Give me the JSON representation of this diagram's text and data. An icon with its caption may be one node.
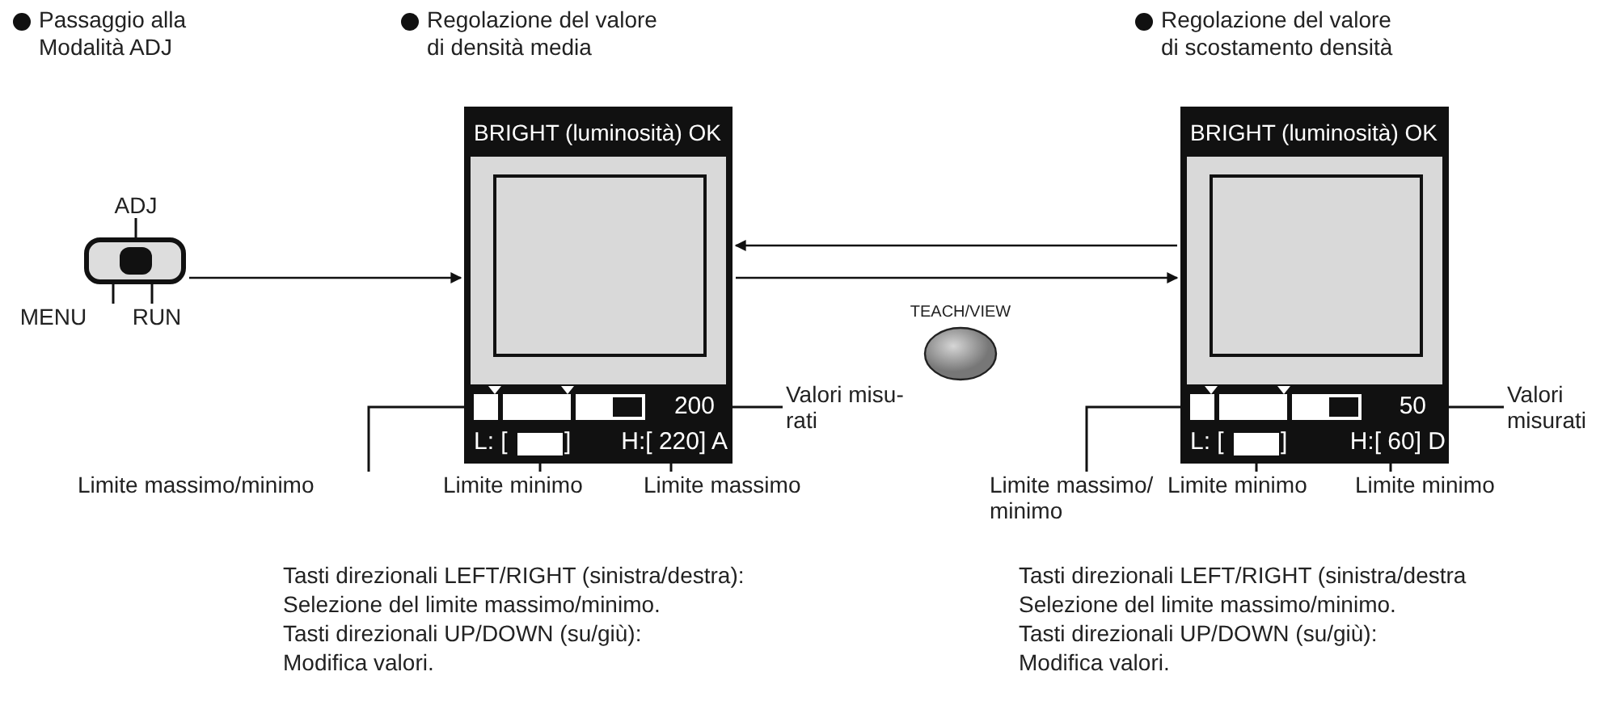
{
  "diagram": {
    "nodes": [
      {
        "text": [],
        "shape": "box"
      },
      {
        "text": [
          "ADJ"
        ]
      },
      {
        "text": [
          "MENU"
        ]
      },
      {
        "text": [
          "RUN"
        ]
      },
      {
        "text": [
          "BRIGHT (luminosità) OK",
          "L: [",
          "]"
        ]
      },
      {
        "text": [],
        "shape": "bar",
        "in": 4
      },
      {
        "text": [
          "200"
        ],
        "in": 4
      },
      {
        "text": [],
        "shape": "box",
        "in": 4
      },
      {
        "text": [
          "H:[ 220] A"
        ],
        "in": 4
      },
      {
        "text": [
          "Limite massimo/minimo"
        ]
      },
      {
        "text": [
          "Limite minimo"
        ]
      },
      {
        "text": [
          "Limite massimo"
        ]
      },
      {
        "text": [
          "Valori misu- rati"
        ]
      },
      {
        "text": [
          "BRIGHT (luminosità) OK",
          "L: [",
          "]"
        ]
      },
      {
        "text": [],
        "shape": "bar",
        "in": 13
      },
      {
        "text": [
          "50"
        ],
        "in": 13
      },
      {
        "text": [],
        "shape": "box",
        "in": 13
      },
      {
        "text": [
          "H:[ 60] D"
        ],
        "in": 13
      },
      {
        "text": [
          "Limite massimo/ minimo"
        ]
      },
      {
        "text": [
          "Limite minimo"
        ]
      },
      {
        "text": [
          "Limite minimo"
        ]
      },
      {
        "text": [
          "Valori misurati"
        ]
      },
      {
        "text": [
          "TEACH/VIEW"
        ]
      }
    ],
    "edges": [
      {
        "from": 0,
        "to": 4,
        "arrow": "to"
      },
      {
        "from": 13,
        "to": 4,
        "arrow": "to"
      },
      {
        "from": 4,
        "to": 13,
        "arrow": "to"
      },
      {
        "from": 1,
        "to": 0,
        "arrow": "none"
      },
      {
        "from": 2,
        "to": 0,
        "arrow": "none"
      },
      {
        "from": 3,
        "to": 0,
        "arrow": "none"
      },
      {
        "from": 9,
        "to": 5,
        "arrow": "none"
      },
      {
        "from": 10,
        "to": 7,
        "arrow": "none"
      },
      {
        "from": 11,
        "to": 8,
        "arrow": "none"
      },
      {
        "from": 12,
        "to": 6,
        "arrow": "none"
      },
      {
        "from": 18,
        "to": 14,
        "arrow": "none"
      },
      {
        "from": 19,
        "to": 16,
        "arrow": "none"
      },
      {
        "from": 20,
        "to": 17,
        "arrow": "none"
      },
      {
        "from": 21,
        "to": 15,
        "arrow": "none"
      }
    ],
    "labels": [
      "Passaggio alla Modalità ADJ",
      "Regolazione del valore di densità media",
      "Regolazione del valore di scostamento densità",
      "Tasti direzionali LEFT/RIGHT (sinistra/destra):",
      "Selezione del limite massimo/minimo.",
      "Tasti direzionali UP/DOWN (su/giù):",
      "Modifica valori.",
      "Tasti direzionali LEFT/RIGHT (sinistra/destra",
      "Selezione del limite massimo/minimo.",
      "Tasti direzionali UP/DOWN (su/giù):",
      "Modifica valori."
    ]
  }
}
